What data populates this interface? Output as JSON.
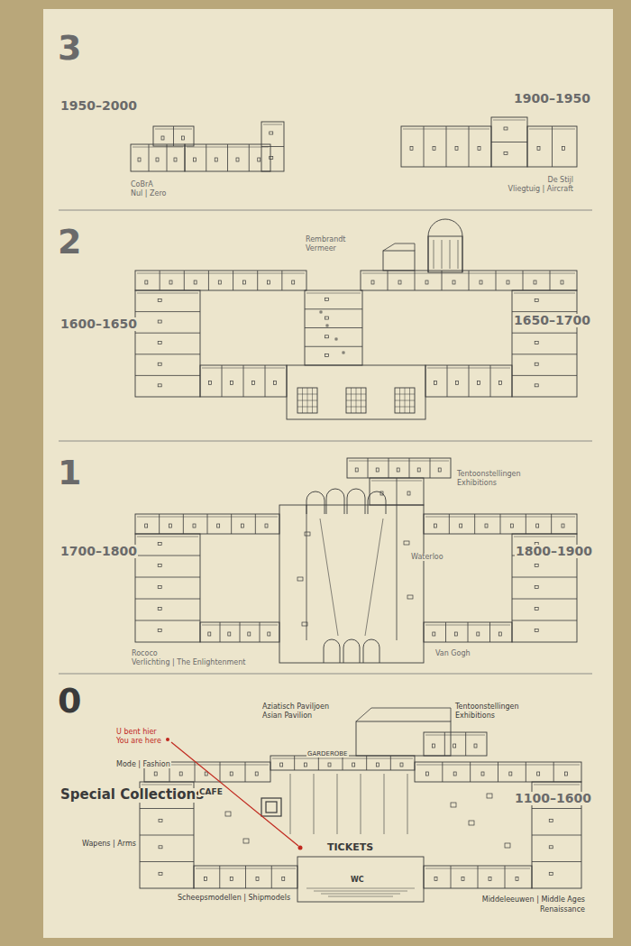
{
  "diagram": {
    "labels": [
      "3",
      "1950–2000",
      "1900–1950",
      "CoBrA",
      "Nul | Zero",
      "De Stijl",
      "Vliegtuig | Aircraft",
      "2",
      "Rembrandt",
      "Vermeer",
      "1600–1650",
      "1650–1700",
      "1",
      "Tentoonstellingen",
      "Exhibitions",
      "1700–1800",
      "1800–1900",
      "Waterloo",
      "Rococo",
      "Verlichting | The Enlightenment",
      "Van Gogh",
      "0",
      "Aziatisch Paviljoen",
      "Asian Pavilion",
      "Tentoonstellingen",
      "Exhibitions",
      "U bent hier",
      "You are here",
      "Mode | Fashion",
      "GARDEROBE",
      "Special Collections",
      "1100–1600",
      "CAFE",
      "TICKETS",
      "Wapens | Arms",
      "WC",
      "Scheepsmodellen | Shipmodels",
      "Middeleeuwen | Middle Ages",
      "Renaissance"
    ]
  }
}
